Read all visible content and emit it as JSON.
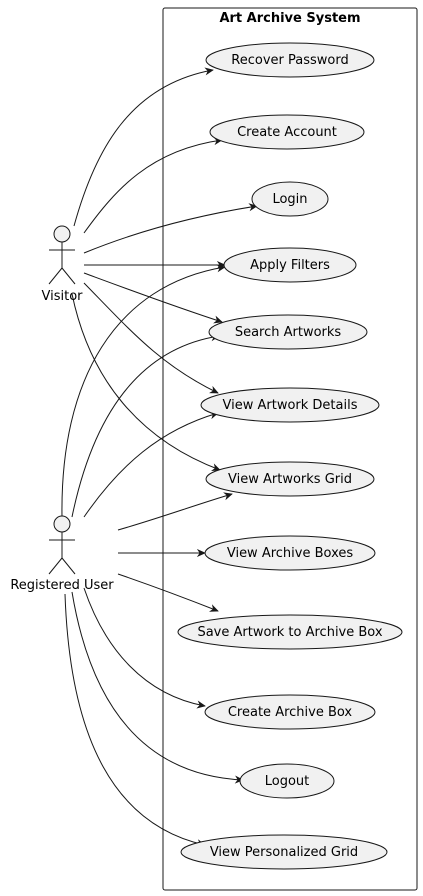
{
  "system": {
    "title": "Art Archive System"
  },
  "actors": {
    "visitor": "Visitor",
    "registered_user": "Registered User"
  },
  "use_cases": {
    "recover_password": "Recover Password",
    "create_account": "Create Account",
    "login": "Login",
    "apply_filters": "Apply Filters",
    "search_artworks": "Search Artworks",
    "view_artwork_details": "View Artwork Details",
    "view_artworks_grid": "View Artworks Grid",
    "view_archive_boxes": "View Archive Boxes",
    "save_artwork_to_archive_box": "Save Artwork to Archive Box",
    "create_archive_box": "Create Archive Box",
    "logout": "Logout",
    "view_personalized_grid": "View Personalized Grid"
  },
  "associations": [
    {
      "actor": "visitor",
      "use_case": "recover_password"
    },
    {
      "actor": "visitor",
      "use_case": "create_account"
    },
    {
      "actor": "visitor",
      "use_case": "login"
    },
    {
      "actor": "visitor",
      "use_case": "apply_filters"
    },
    {
      "actor": "visitor",
      "use_case": "search_artworks"
    },
    {
      "actor": "visitor",
      "use_case": "view_artwork_details"
    },
    {
      "actor": "visitor",
      "use_case": "view_artworks_grid"
    },
    {
      "actor": "registered_user",
      "use_case": "apply_filters"
    },
    {
      "actor": "registered_user",
      "use_case": "search_artworks"
    },
    {
      "actor": "registered_user",
      "use_case": "view_artwork_details"
    },
    {
      "actor": "registered_user",
      "use_case": "view_artworks_grid"
    },
    {
      "actor": "registered_user",
      "use_case": "view_archive_boxes"
    },
    {
      "actor": "registered_user",
      "use_case": "save_artwork_to_archive_box"
    },
    {
      "actor": "registered_user",
      "use_case": "create_archive_box"
    },
    {
      "actor": "registered_user",
      "use_case": "logout"
    },
    {
      "actor": "registered_user",
      "use_case": "view_personalized_grid"
    }
  ],
  "colors": {
    "use_case_fill": "#f1f1f1",
    "stroke": "#181818"
  }
}
